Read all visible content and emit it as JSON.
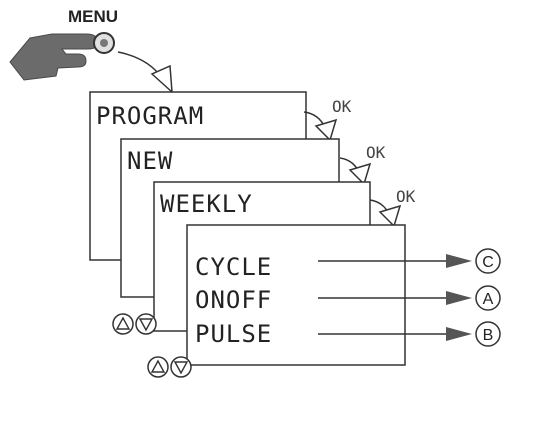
{
  "menu_label": "MENU",
  "screens": {
    "program": "PROGRAM",
    "new": "NEW",
    "weekly": "WEEKLY"
  },
  "ok_labels": [
    "OK",
    "OK",
    "OK"
  ],
  "options": [
    {
      "label": "CYCLE",
      "target": "C"
    },
    {
      "label": "ONOFF",
      "target": "A"
    },
    {
      "label": "PULSE",
      "target": "B"
    }
  ],
  "icons": {
    "hand": "hand-press-icon",
    "flow_arrow": "curved-arrow-icon",
    "up": "triangle-up-icon",
    "down": "triangle-down-icon"
  },
  "colors": {
    "line": "#333333",
    "hand": "#6b6b6b",
    "arrow_fill": "#555555"
  }
}
